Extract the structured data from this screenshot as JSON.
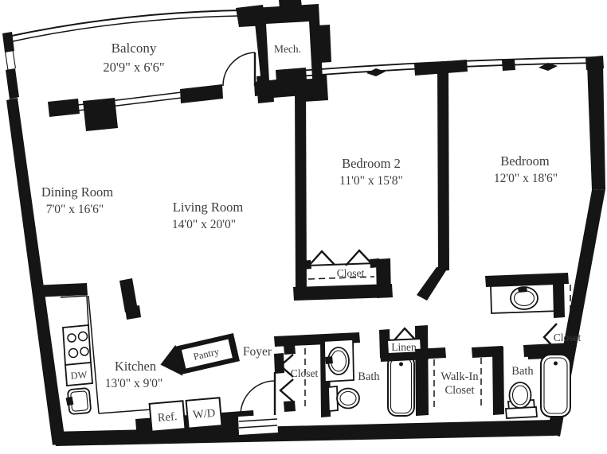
{
  "floorplan": {
    "rooms": {
      "balcony": {
        "name": "Balcony",
        "dims": "20'9\" x 6'6\""
      },
      "mech": {
        "name": "Mech."
      },
      "bedroom2": {
        "name": "Bedroom 2",
        "dims": "11'0\" x 15'8\""
      },
      "bedroom": {
        "name": "Bedroom",
        "dims": "12'0\" x 18'6\""
      },
      "dining_room": {
        "name": "Dining Room",
        "dims": "7'0\" x 16'6\""
      },
      "living_room": {
        "name": "Living Room",
        "dims": "14'0\" x 20'0\""
      },
      "kitchen": {
        "name": "Kitchen",
        "dims": "13'0\" x 9'0\""
      },
      "foyer": {
        "name": "Foyer"
      },
      "pantry": {
        "name": "Pantry"
      },
      "bath1": {
        "name": "Bath"
      },
      "bath2": {
        "name": "Bath"
      },
      "linen": {
        "name": "Linen"
      },
      "walk_in_closet": {
        "line1": "Walk-In",
        "line2": "Closet"
      },
      "foyer_closet": {
        "name": "Closet"
      },
      "bedroom2_closet": {
        "name": "Closet"
      },
      "bedroom_closet": {
        "name": "Closet"
      }
    },
    "appliances": {
      "dishwasher": "DW",
      "refrigerator": "Ref.",
      "washer_dryer": "W/D"
    },
    "colors": {
      "wall": "#151515",
      "text": "#3d3d3d",
      "background": "#ffffff"
    }
  }
}
